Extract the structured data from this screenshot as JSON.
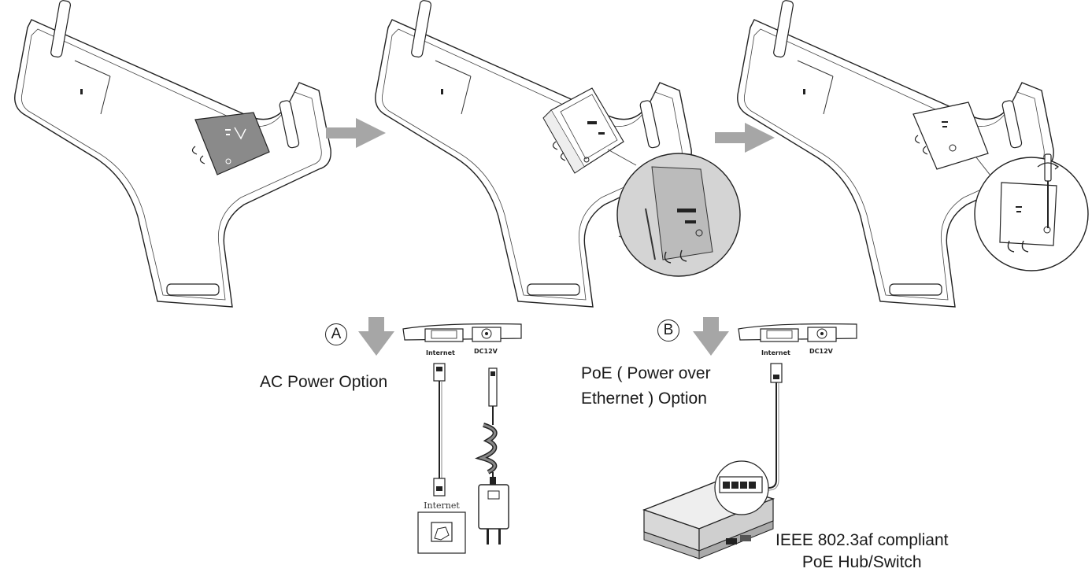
{
  "steps": [
    {
      "id": "step-1",
      "description_visible": false
    },
    {
      "id": "step-2",
      "description_visible": false
    },
    {
      "id": "step-3",
      "description_visible": false
    }
  ],
  "option_a": {
    "badge": "A",
    "title": "AC Power Option",
    "port_internet": "Internet",
    "port_dc": "DC12V",
    "internet_box_label": "Internet"
  },
  "option_b": {
    "badge": "B",
    "title_line1": "PoE ( Power over",
    "title_line2": "Ethernet ) Option",
    "port_internet": "Internet",
    "port_dc": "DC12V",
    "switch_line1": "IEEE 802.3af compliant",
    "switch_line2": "PoE Hub/Switch"
  },
  "colors": {
    "arrow": "#a6a6a6",
    "line": "#333333",
    "cover": "#8a8a8a",
    "zoom_fill": "#d4d4d4"
  }
}
